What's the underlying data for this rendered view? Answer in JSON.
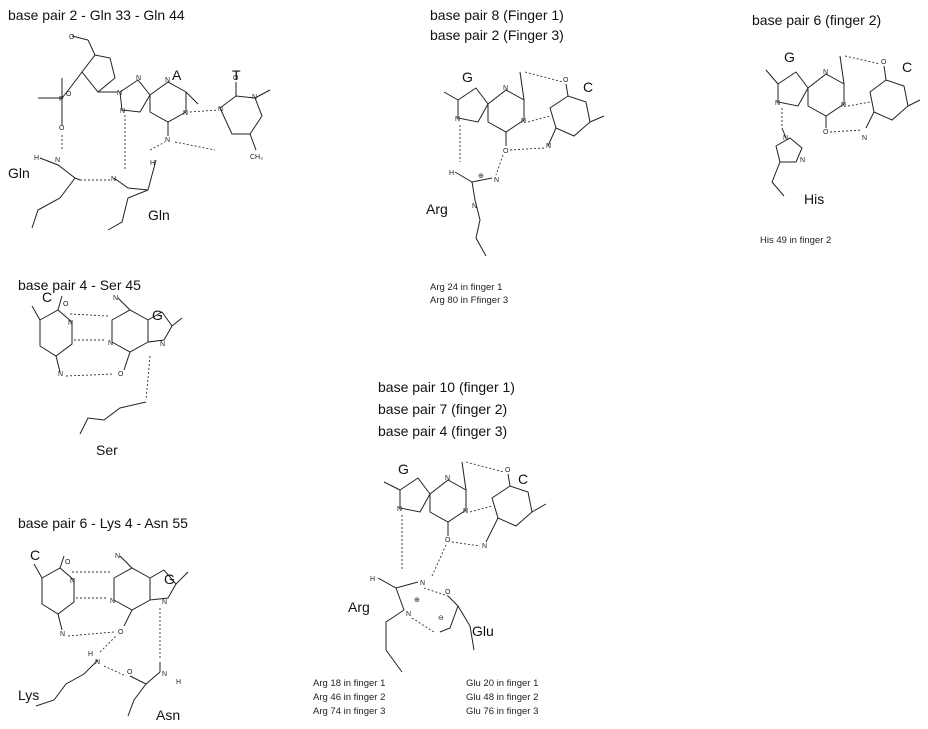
{
  "panels": {
    "p1": {
      "title": "base pair 2 - Gln 33 - Gln 44",
      "base_a": "A",
      "base_t": "T",
      "res_left": "Gln",
      "res_right": "Gln"
    },
    "p2": {
      "title1": "base pair  8 (Finger 1)",
      "title2": "base pair  2 (Finger 3)",
      "base_g": "G",
      "base_c": "C",
      "res": "Arg",
      "note1": "Arg 24 in finger 1",
      "note2": "Arg 80 in Ffinger 3"
    },
    "p3": {
      "title": "base pair  6 (finger 2)",
      "base_g": "G",
      "base_c": "C",
      "res": "His",
      "note": "His 49 in finger 2"
    },
    "p4": {
      "title": "base pair 4 - Ser 45",
      "base_c": "C",
      "base_g": "G",
      "res": "Ser"
    },
    "p5": {
      "title1": "base pair 10 (finger 1)",
      "title2": "base pair  7  (finger 2)",
      "title3": "base pair  4   (finger 3)",
      "base_g": "G",
      "base_c": "C",
      "res_arg": "Arg",
      "res_glu": "Glu",
      "arg_notes": [
        "Arg 18 in finger 1",
        "Arg 46 in finger 2",
        "Arg 74 in finger 3"
      ],
      "glu_notes": [
        "Glu 20 in finger 1",
        "Glu 48 in finger 2",
        "Glu 76 in finger 3"
      ]
    },
    "p6": {
      "title": "base pair 6 - Lys 4 - Asn 55",
      "base_c": "C",
      "base_g": "G",
      "res_lys": "Lys",
      "res_asn": "Asn"
    }
  },
  "atoms": {
    "N": "N",
    "H": "H",
    "O": "O",
    "P": "P",
    "CH3": "CH₃",
    "plus": "⊕",
    "minus": "⊖"
  }
}
